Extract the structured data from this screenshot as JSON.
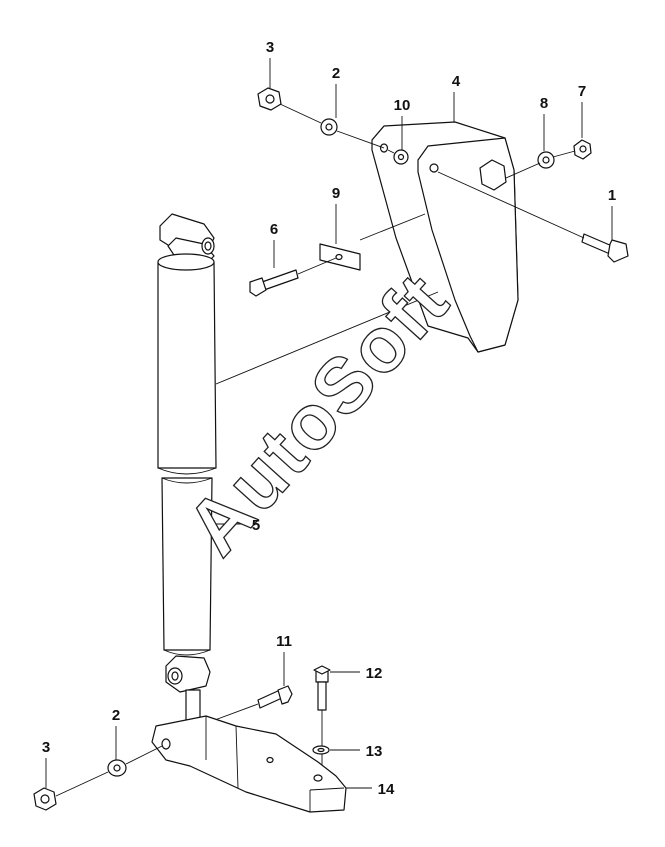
{
  "diagram": {
    "watermark": "AutoSoft",
    "callouts": [
      {
        "id": "c3a",
        "text": "3"
      },
      {
        "id": "c2a",
        "text": "2"
      },
      {
        "id": "c4",
        "text": "4"
      },
      {
        "id": "c10",
        "text": "10"
      },
      {
        "id": "c8",
        "text": "8"
      },
      {
        "id": "c7",
        "text": "7"
      },
      {
        "id": "c1",
        "text": "1"
      },
      {
        "id": "c9",
        "text": "9"
      },
      {
        "id": "c6",
        "text": "6"
      },
      {
        "id": "c5",
        "text": "5"
      },
      {
        "id": "c11",
        "text": "11"
      },
      {
        "id": "c12",
        "text": "12"
      },
      {
        "id": "c2b",
        "text": "2"
      },
      {
        "id": "c13",
        "text": "13"
      },
      {
        "id": "c3b",
        "text": "3"
      },
      {
        "id": "c14",
        "text": "14"
      }
    ]
  }
}
